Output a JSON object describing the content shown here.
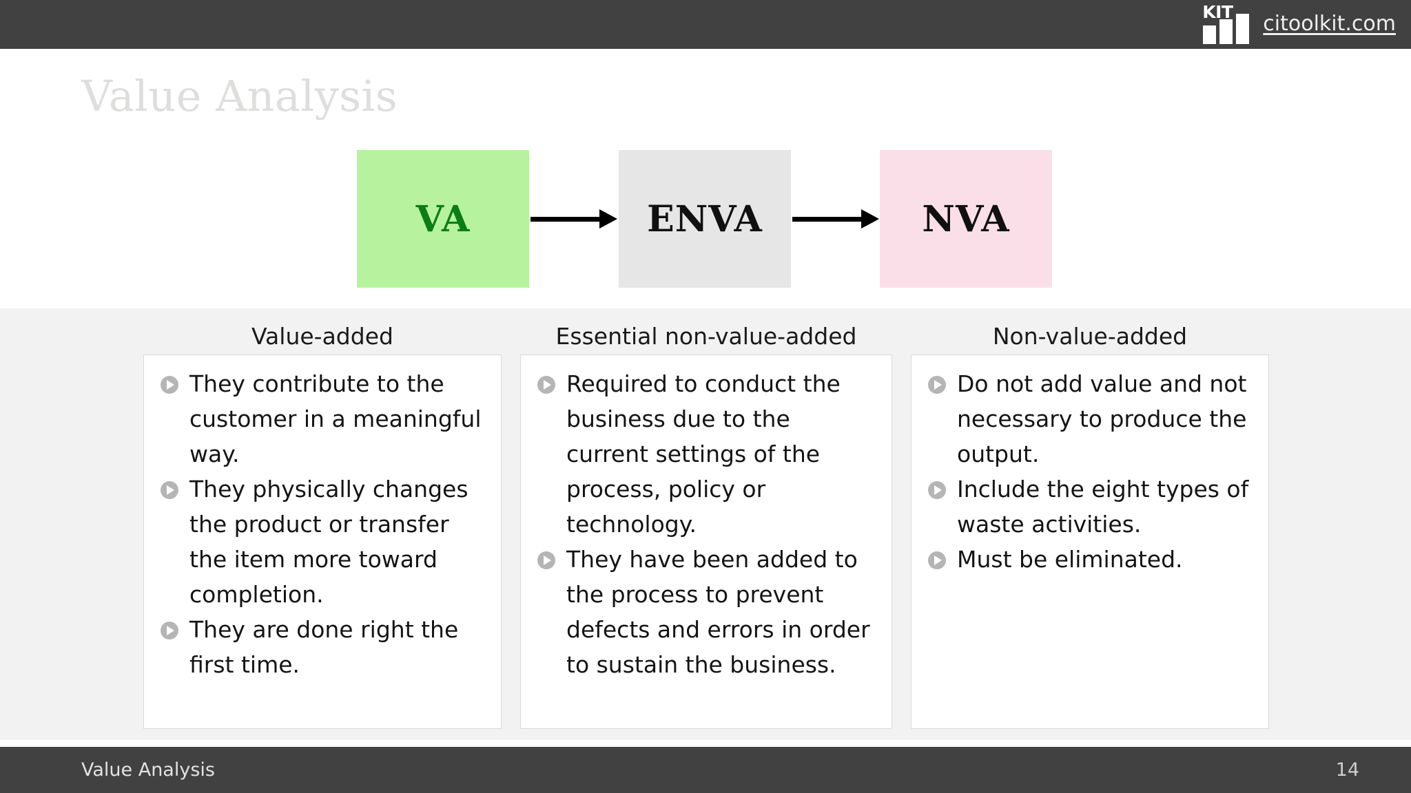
{
  "topbar": {
    "brand_mark": "KIT",
    "brand_url": "citoolkit.com",
    "background_color": "#414141"
  },
  "slide": {
    "title": "Value Analysis",
    "title_color": "#dededd"
  },
  "flow": {
    "boxes": [
      {
        "label": "VA",
        "fill": "#b7f29f",
        "text_color": "#0b7d16"
      },
      {
        "label": "ENVA",
        "fill": "#e6e6e6",
        "text_color": "#101010"
      },
      {
        "label": "NVA",
        "fill": "#fbdfe8",
        "text_color": "#101010"
      }
    ],
    "connector": "arrow-right"
  },
  "columns": [
    {
      "header": "Value-added",
      "items": [
        "They contribute to the customer in a meaningful way.",
        "They physically changes the product or transfer the item more toward completion.",
        "They are done right the first time."
      ]
    },
    {
      "header": "Essential non-value-added",
      "items": [
        "Required to conduct the business due to the current settings of the process, policy or technology.",
        "They have been added to the process to prevent defects and errors in order to sustain the business."
      ]
    },
    {
      "header": "Non-value-added",
      "items": [
        "Do not add value and not necessary to produce the output.",
        "Include the eight types of waste activities.",
        "Must be eliminated."
      ]
    }
  ],
  "footer": {
    "left_label": "Value Analysis",
    "page_number": "14",
    "background_color": "#414141"
  }
}
